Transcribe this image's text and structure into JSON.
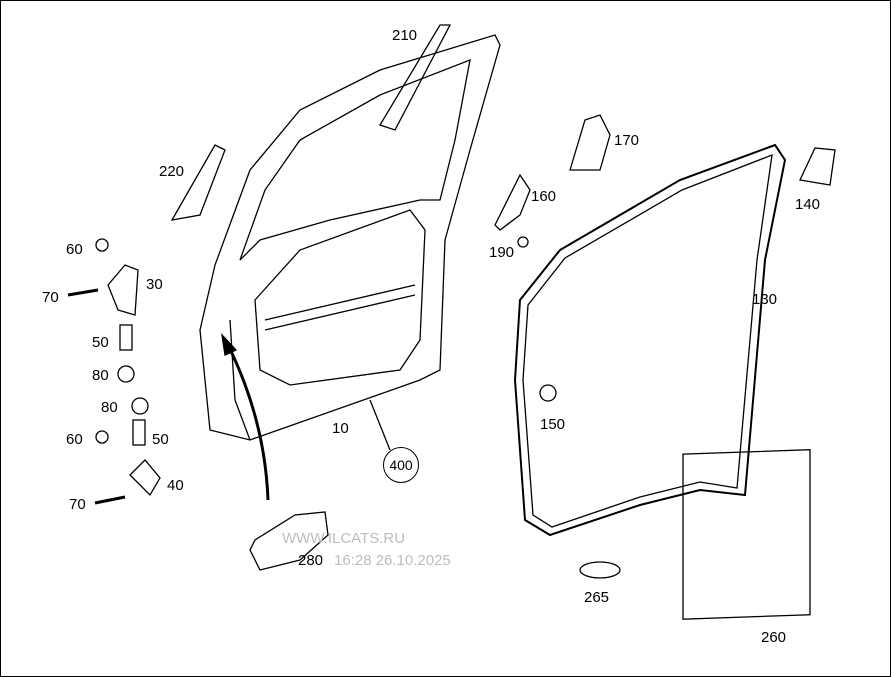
{
  "diagram": {
    "part_labels": {
      "p10": "10",
      "p30": "30",
      "p40": "40",
      "p50a": "50",
      "p50b": "50",
      "p60a": "60",
      "p60b": "60",
      "p70a": "70",
      "p70b": "70",
      "p80a": "80",
      "p80b": "80",
      "p130": "130",
      "p140": "140",
      "p150": "150",
      "p160": "160",
      "p170": "170",
      "p190": "190",
      "p210": "210",
      "p220": "220",
      "p260": "260",
      "p265": "265",
      "p280": "280",
      "p400": "400"
    },
    "watermark": {
      "line1": "WWW.ILCATS.RU",
      "line2": "16:28 26.10.2025"
    }
  }
}
